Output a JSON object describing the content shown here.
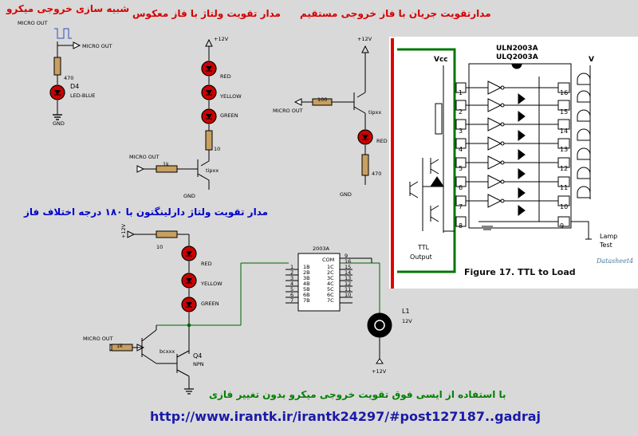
{
  "titles": {
    "simulation": "شبیه سازی خروجی میکرو",
    "inverted": "مدار تقویت ولتاژ با فاز معکوس",
    "direct": "مدارتقویت جریان با فاز خروجی مستقیم",
    "darlington": "مدار تقویت ولتاژ دارلینگتون با ۱۸۰ درجه اختلاف فاز",
    "ic": "با استفاده از ایسی فوق تقویت خروجی میکرو بدون تغییر فازی"
  },
  "url": "http://www.irantk.ir/irantk24297/#post127187..gadraj",
  "labels": {
    "micro_out": "MICRO OUT",
    "plus12": "+12V",
    "gnd": "GND",
    "r470": "470",
    "r100": "100",
    "r10": "10",
    "r1k": "1k",
    "d4": "D4",
    "led_blue": "LED-BLUE",
    "red": "RED",
    "yellow": "YELLOW",
    "green": "GREEN",
    "tipxx": "tipxx",
    "bcxxx": "bcxxx",
    "q4": "Q4",
    "npn": "NPN",
    "l1": "L1",
    "v12": "12V",
    "chip": "2003A",
    "com": "COM",
    "pins_left": [
      "1B",
      "2B",
      "3B",
      "4B",
      "5B",
      "6B",
      "7B"
    ],
    "pins_right": [
      "1C",
      "2C",
      "3C",
      "4C",
      "5C",
      "6C",
      "7C"
    ],
    "num_left": [
      "1",
      "2",
      "3",
      "4",
      "5",
      "6",
      "7"
    ],
    "num_right": [
      "9",
      "16",
      "15",
      "14",
      "13",
      "12",
      "11",
      "10"
    ]
  },
  "datasheet": {
    "chip1": "ULN2003A",
    "chip2": "ULQ2003A",
    "vcc": "Vcc",
    "v": "V",
    "ttl": "TTL",
    "output": "Output",
    "lamp": "Lamp",
    "test": "Test",
    "caption": "Figure 17. TTL to Load",
    "watermark": "Datasheet4",
    "pins_left": [
      "1",
      "2",
      "3",
      "4",
      "5",
      "6",
      "7",
      "8"
    ],
    "pins_right": [
      "16",
      "15",
      "14",
      "13",
      "12",
      "11",
      "10",
      "9"
    ]
  },
  "colors": {
    "background": "#d9d9d9",
    "wire": "#006400",
    "led": "#cc0000",
    "red_line": "#e00000",
    "green_frame": "#007700"
  }
}
